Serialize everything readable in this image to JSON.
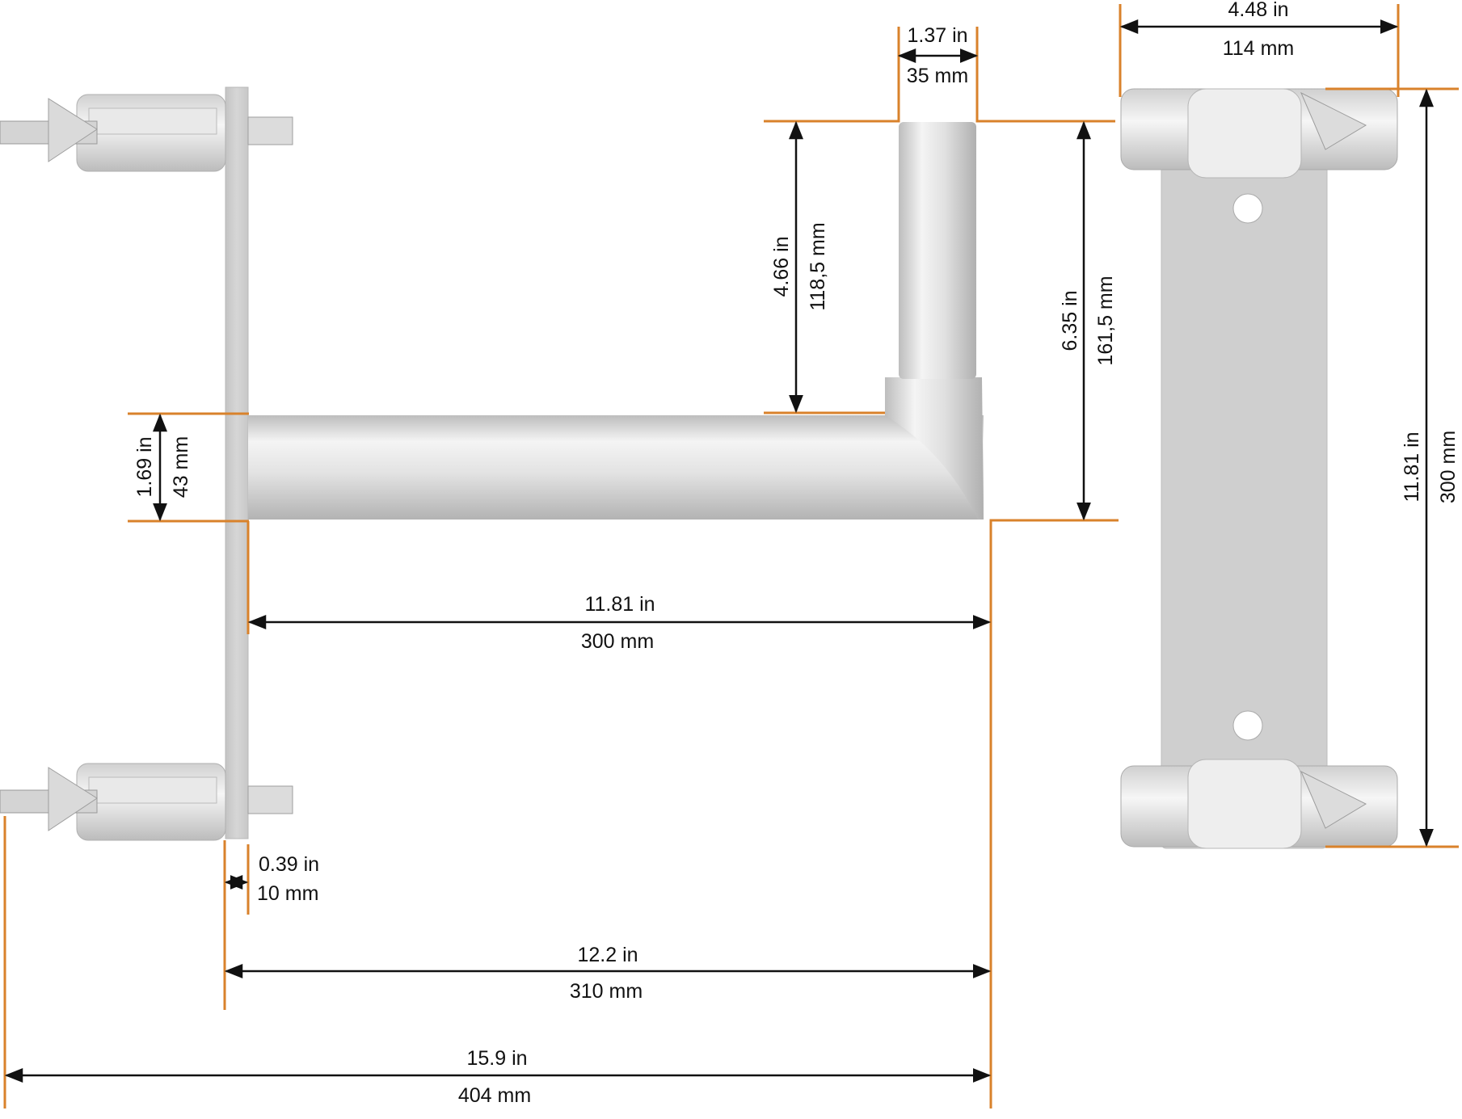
{
  "colors": {
    "extension_line": "#d9822b",
    "dimension_line": "#111111",
    "metal_light": "#f2f2f2",
    "metal_mid": "#d4d4d4",
    "metal_dark": "#a8a8a8",
    "plate": "#cccccc",
    "background": "#ffffff"
  },
  "dimensions": {
    "tube_top_width": {
      "in": "1.37 in",
      "mm": "35 mm"
    },
    "clamp_width": {
      "in": "4.48 in",
      "mm": "114 mm"
    },
    "upright_height": {
      "in": "4.66 in",
      "mm": "118,5 mm"
    },
    "total_height": {
      "in": "6.35 in",
      "mm": "161,5 mm"
    },
    "plate_length": {
      "in": "11.81 in",
      "mm": "300 mm"
    },
    "tube_diameter": {
      "in": "1.69 in",
      "mm": "43 mm"
    },
    "arm_length": {
      "in": "11.81 in",
      "mm": "300 mm"
    },
    "plate_thickness": {
      "in": "0.39 in",
      "mm": "10 mm"
    },
    "reach": {
      "in": "12.2 in",
      "mm": "310 mm"
    },
    "overall_length": {
      "in": "15.9 in",
      "mm": "404 mm"
    }
  }
}
